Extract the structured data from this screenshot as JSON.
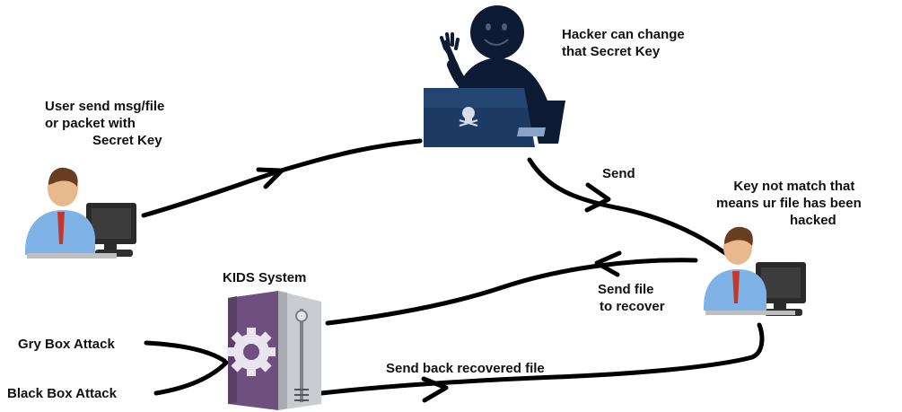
{
  "labels": {
    "user_sender": [
      "User send msg/file",
      "or packet with",
      "Secret Key"
    ],
    "hacker": [
      "Hacker can change",
      "that Secret Key"
    ],
    "send": "Send",
    "receiver": [
      "Key not match that",
      "means ur file has been",
      "hacked"
    ],
    "send_file": [
      "Send file",
      "to recover"
    ],
    "kids_system": "KIDS System",
    "gry_box_attack": "Gry Box Attack",
    "black_box_attack": "Black Box Attack",
    "send_back": "Send back recovered file"
  },
  "icons": {
    "sender": "user-computer-icon",
    "hacker": "hacker-laptop-icon",
    "receiver": "user-computer-icon",
    "kids": "server-gear-icon"
  },
  "colors": {
    "arrow": "#000000",
    "hacker_body": "#0d1a33",
    "laptop": "#1d3a63",
    "shirt": "#7fb2e6",
    "skin": "#e8b98c",
    "monitor": "#2a2a2a",
    "server_purple": "#6e4f7e",
    "server_silver": "#c9ccd0"
  }
}
